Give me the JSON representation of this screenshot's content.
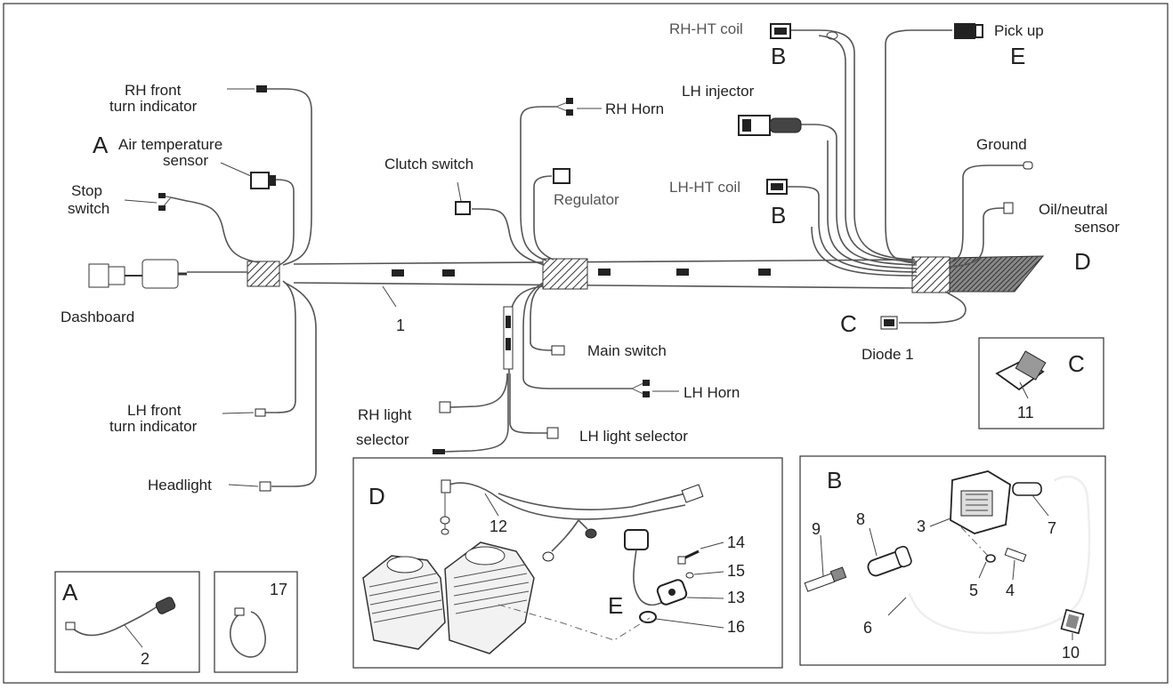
{
  "diagram": {
    "labels": {
      "rh_front_turn": [
        "RH front",
        "turn indicator"
      ],
      "air_temp_prefix": "A",
      "air_temp": [
        "Air temperature",
        "sensor"
      ],
      "stop_switch": [
        "Stop",
        "switch"
      ],
      "dashboard": "Dashboard",
      "lh_front_turn": [
        "LH front",
        "turn indicator"
      ],
      "headlight": "Headlight",
      "clutch_switch": "Clutch switch",
      "rh_horn": "RH Horn",
      "regulator": "Regulator",
      "main_switch": "Main switch",
      "lh_horn": "LH Horn",
      "rh_light_selector": [
        "RH light",
        "selector"
      ],
      "lh_light_selector": "LH light selector",
      "rh_ht_coil": "RH-HT coil",
      "rh_ht_letter": "B",
      "lh_injector": "LH injector",
      "lh_ht_coil": "LH-HT coil",
      "lh_ht_letter": "B",
      "pick_up": "Pick up",
      "pick_up_letter": "E",
      "ground": "Ground",
      "oil_neutral": [
        "Oil/neutral",
        "sensor"
      ],
      "oil_letter": "D",
      "diode_letter": "C",
      "diode": "Diode 1",
      "harness_number": "1"
    },
    "insets": {
      "a": {
        "letter": "A",
        "numbers": [
          "2"
        ]
      },
      "clip": {
        "numbers": [
          "17"
        ]
      },
      "d": {
        "letters": [
          "D",
          "E"
        ],
        "numbers": [
          "12",
          "14",
          "15",
          "13",
          "16"
        ]
      },
      "b": {
        "letter": "B",
        "numbers": [
          "3",
          "7",
          "8",
          "9",
          "5",
          "4",
          "6",
          "10"
        ]
      },
      "c": {
        "letter": "C",
        "numbers": [
          "11"
        ]
      }
    }
  }
}
